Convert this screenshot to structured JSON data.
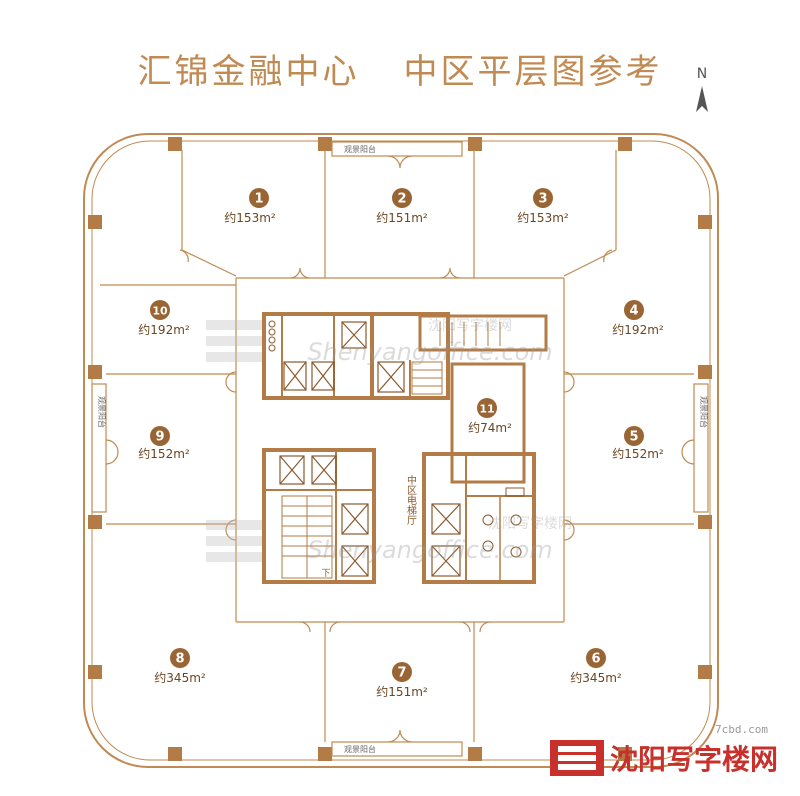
{
  "title": {
    "project": "汇锦金融中心",
    "subtitle": "中区平层图参考"
  },
  "compass": {
    "label": "N"
  },
  "balcony_label": "观景阳台",
  "elevator_hall_label": "中区电梯厅",
  "stair_down_label": "下",
  "units": [
    {
      "num": "1",
      "area": "约153m²"
    },
    {
      "num": "2",
      "area": "约151m²"
    },
    {
      "num": "3",
      "area": "约153m²"
    },
    {
      "num": "4",
      "area": "约192m²"
    },
    {
      "num": "5",
      "area": "约152m²"
    },
    {
      "num": "6",
      "area": "约345m²"
    },
    {
      "num": "7",
      "area": "约151m²"
    },
    {
      "num": "8",
      "area": "约345m²"
    },
    {
      "num": "9",
      "area": "约152m²"
    },
    {
      "num": "10",
      "area": "约192m²"
    },
    {
      "num": "11",
      "area": "约74m²"
    }
  ],
  "watermark": {
    "cn": "沈阳写字楼网",
    "en": "Shenyangoffice.com"
  },
  "footer": {
    "small_site": "7cbd.com",
    "brand": "沈阳写字楼网"
  },
  "colors": {
    "accent": "#c08a52",
    "wall": "#b37b45",
    "unit_badge": "#9a6535",
    "brand_red": "#c8302b"
  }
}
